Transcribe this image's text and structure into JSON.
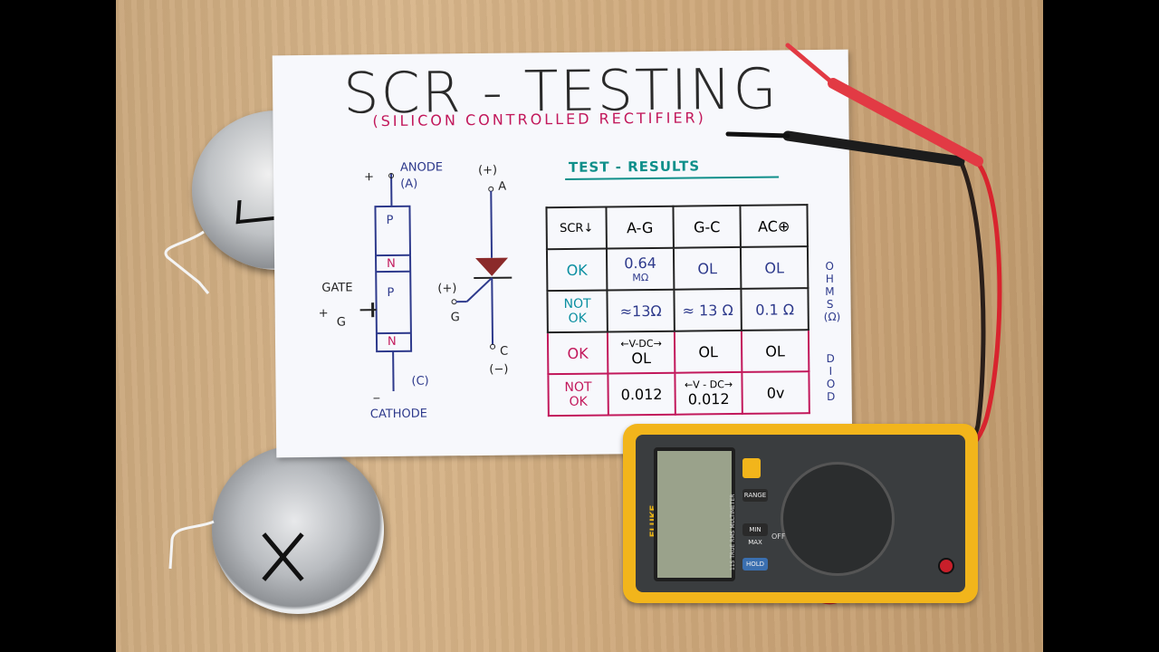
{
  "paper": {
    "title": "SCR - TESTING",
    "subtitle": "(SILICON CONTROLLED RECTIFIER)",
    "test_results": "TEST - RESULTS"
  },
  "diagram": {
    "anode_plus": "+",
    "anode": "ANODE",
    "anode_a": "(A)",
    "gate": "GATE",
    "gate_plus": "+",
    "gate_g": "G",
    "cathode_minus": "_",
    "cathode_c": "(C)",
    "cathode": "CATHODE",
    "layers": [
      "P",
      "N",
      "P",
      "N"
    ],
    "sym_anode_sign": "(+)",
    "sym_anode": "A",
    "sym_gate_sign": "(+)",
    "sym_gate": "G",
    "sym_cathode": "C",
    "sym_cathode_sign": "(−)"
  },
  "table": {
    "headers": [
      "SCR↓",
      "A-G",
      "G-C",
      "AC⊕"
    ],
    "rows": [
      [
        "OK",
        "0.64",
        "MΩ",
        "OL",
        "OL"
      ],
      [
        "NOT",
        "OK",
        "≈13Ω",
        "≈ 13 Ω",
        "0.1 Ω"
      ],
      [
        "OK",
        "OL",
        "OL",
        "OL"
      ],
      [
        "NOT",
        "OK",
        "0.012",
        "0.012",
        "0v"
      ]
    ],
    "vdc_1": "←V-DC→",
    "vdc_2": "←V - DC→",
    "side_ohms": [
      "O",
      "H",
      "M",
      "S",
      "(Ω)"
    ],
    "side_diode": [
      "D",
      "I",
      "O",
      "D"
    ]
  },
  "meter": {
    "brand": "FLUKE",
    "model": "115 TRUE RMS MULTIMETER",
    "buttons": [
      "RANGE",
      "MIN MAX",
      "HOLD"
    ],
    "off": "OFF"
  },
  "colors": {
    "pink": "#c2185b",
    "cyan": "#0b8fa1",
    "blue": "#2e3a8c",
    "meter_yellow": "#f2b51b"
  }
}
